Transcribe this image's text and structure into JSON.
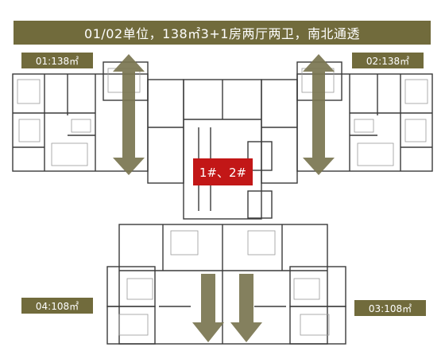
{
  "title": "01/02单位，138㎡3+1房两厅两卫，南北通透",
  "units": {
    "u01": "01:138㎡",
    "u02": "02:138㎡",
    "u03": "03:108㎡",
    "u04": "04:108㎡"
  },
  "core_label": "1#、2#",
  "colors": {
    "banner": "#716b3c",
    "arrow": "#7a7550",
    "core": "#c21717",
    "wall": "#3a3a3a"
  },
  "icons": [
    "double-arrow-icon",
    "single-arrow-icon"
  ]
}
